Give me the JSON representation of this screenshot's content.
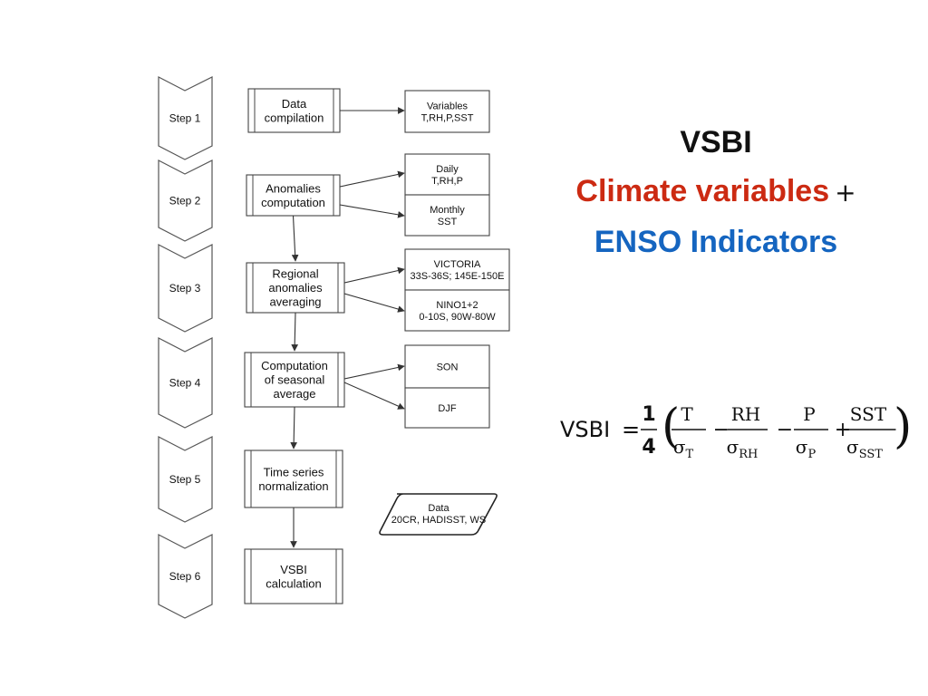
{
  "flowchart": {
    "steps": [
      {
        "label": "Step 1",
        "box_lines": [
          "Data",
          "compilation"
        ]
      },
      {
        "label": "Step 2",
        "box_lines": [
          "Anomalies",
          "computation"
        ]
      },
      {
        "label": "Step 3",
        "box_lines": [
          "Regional",
          "anomalies",
          "averaging"
        ]
      },
      {
        "label": "Step 4",
        "box_lines": [
          "Computation",
          "of seasonal",
          "average"
        ]
      },
      {
        "label": "Step 5",
        "box_lines": [
          "Time series",
          "normalization"
        ]
      },
      {
        "label": "Step 6",
        "box_lines": [
          "VSBI",
          "calculation"
        ]
      }
    ],
    "outputs": {
      "variables": [
        "Variables",
        "T,RH,P,SST"
      ],
      "daily": [
        "Daily",
        "T,RH,P"
      ],
      "monthly": [
        "Monthly",
        "SST"
      ],
      "victoria": [
        "VICTORIA",
        "33S-36S; 145E-150E"
      ],
      "nino": [
        "NINO1+2",
        "0-10S, 90W-80W"
      ],
      "son": [
        "SON"
      ],
      "djf": [
        "DJF"
      ],
      "data_source": [
        "Data",
        "20CR, HADISST, WS"
      ]
    }
  },
  "title": {
    "vsbi": "VSBI",
    "climate": "Climate variables",
    "plus": "+",
    "enso": "ENSO Indicators",
    "climate_color": "#cc2a12",
    "enso_color": "#1565c0"
  },
  "formula": {
    "lhs": "VSBI",
    "eq": "=",
    "coef_num": "1",
    "coef_den": "4",
    "terms": [
      {
        "sign": "",
        "num": "T",
        "den": "σ",
        "sub": "T"
      },
      {
        "sign": "−",
        "num": "RH",
        "den": "σ",
        "sub": "RH"
      },
      {
        "sign": "−",
        "num": "P",
        "den": "σ",
        "sub": "P"
      },
      {
        "sign": "+",
        "num": "SST",
        "den": "σ",
        "sub": "SST"
      }
    ]
  }
}
